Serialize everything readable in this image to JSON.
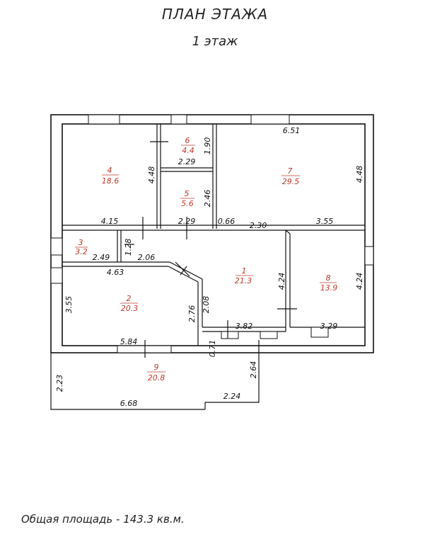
{
  "header": {
    "title": "ПЛАН ЭТАЖА",
    "subtitle": "1 этаж"
  },
  "footer": {
    "total_area": "Общая площадь - 143.3 кв.м."
  },
  "rooms": [
    {
      "id": "1",
      "number": "1",
      "area": "21.3"
    },
    {
      "id": "2",
      "number": "2",
      "area": "20.3"
    },
    {
      "id": "3",
      "number": "3",
      "area": "3.2"
    },
    {
      "id": "4",
      "number": "4",
      "area": "18.6"
    },
    {
      "id": "5",
      "number": "5",
      "area": "5.6"
    },
    {
      "id": "6",
      "number": "6",
      "area": "4.4"
    },
    {
      "id": "7",
      "number": "7",
      "area": "29.5"
    },
    {
      "id": "8",
      "number": "8",
      "area": "13.9"
    },
    {
      "id": "9",
      "number": "9",
      "area": "20.8"
    }
  ],
  "dimensions": [
    "6.51",
    "4.48",
    "4.48",
    "1.90",
    "2.29",
    "2.46",
    "2.29",
    "0.66",
    "2.30",
    "3.55",
    "4.15",
    "1.28",
    "2.49",
    "2.06",
    "4.63",
    "4.24",
    "4.24",
    "3.55",
    "2.76",
    "2.08",
    "3.82",
    "3.29",
    "5.84",
    "0.71",
    "2.64",
    "2.23",
    "6.68",
    "2.24"
  ],
  "colors": {
    "lines": "#111111",
    "room_labels": "#c0392b"
  }
}
